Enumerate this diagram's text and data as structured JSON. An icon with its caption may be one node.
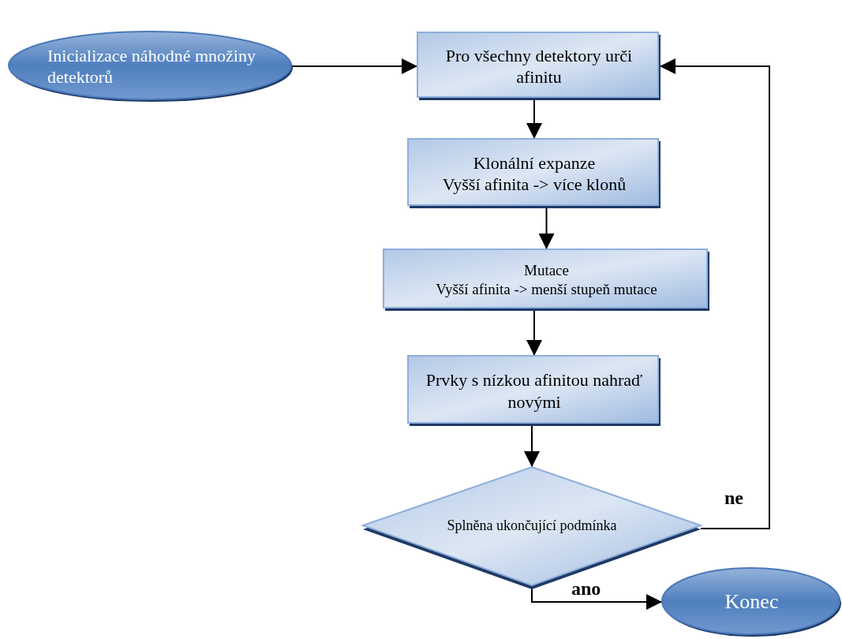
{
  "diagram": {
    "nodes": [
      {
        "text": [
          "Inicializace náhodné množiny detektorů"
        ]
      },
      {
        "text": [
          "Pro všechny detektory urči afinitu"
        ]
      },
      {
        "text": [
          "Klonální expanze",
          "Vyšší afinita -> více klonů"
        ]
      },
      {
        "text": [
          "Mutace",
          "Vyšší afinita -> menší stupeň mutace"
        ]
      },
      {
        "text": [
          "Prvky s nízkou afinitou nahraď novými"
        ]
      },
      {
        "text": [
          "Splněna ukončující podmínka"
        ]
      },
      {
        "text": [
          "Konec"
        ]
      }
    ],
    "edges": [
      {
        "from": 0,
        "to": 1,
        "arrow": "to"
      },
      {
        "from": 1,
        "to": 2,
        "arrow": "to"
      },
      {
        "from": 2,
        "to": 3,
        "arrow": "to"
      },
      {
        "from": 3,
        "to": 4,
        "arrow": "to"
      },
      {
        "from": 4,
        "to": 5,
        "arrow": "to"
      },
      {
        "from": 5,
        "to": 1,
        "arrow": "to",
        "label": "ne"
      },
      {
        "from": 5,
        "to": 6,
        "arrow": "to",
        "label": "ano"
      }
    ]
  }
}
